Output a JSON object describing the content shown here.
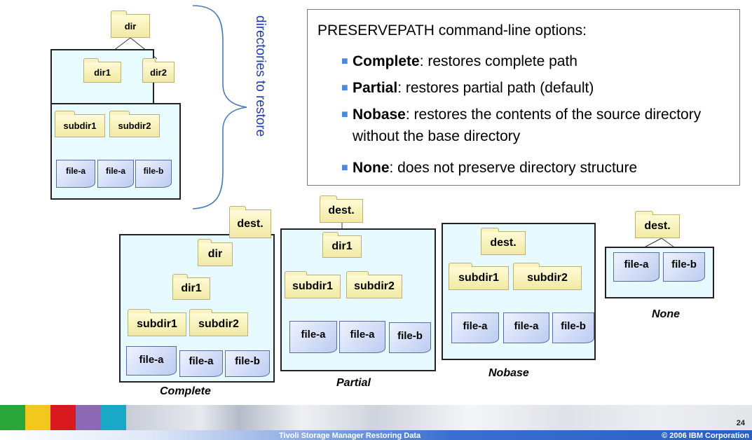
{
  "options_box": {
    "heading": "PRESERVEPATH command-line options:",
    "items": [
      {
        "term": "Complete",
        "desc": ": restores complete path"
      },
      {
        "term": "Partial",
        "desc": ": restores partial path (default)"
      },
      {
        "term": "Nobase",
        "desc": ": restores the contents of the source directory without the base directory"
      },
      {
        "term": "None",
        "desc": ": does not preserve directory structure"
      }
    ]
  },
  "side_label": "directories to restore",
  "source_tree": {
    "dir": "dir",
    "dir1": "dir1",
    "dir2": "dir2",
    "subdir1": "subdir1",
    "subdir2": "subdir2",
    "file1": "file-a",
    "file2": "file-a",
    "file3": "file-b"
  },
  "complete": {
    "dest": "dest.",
    "dir": "dir",
    "dir1": "dir1",
    "subdir1": "subdir1",
    "subdir2": "subdir2",
    "file1": "file-a",
    "file2": "file-a",
    "file3": "file-b",
    "caption": "Complete"
  },
  "partial": {
    "dest": "dest.",
    "dir1": "dir1",
    "subdir1": "subdir1",
    "subdir2": "subdir2",
    "file1": "file-a",
    "file2": "file-a",
    "file3": "file-b",
    "caption": "Partial"
  },
  "nobase": {
    "dest": "dest.",
    "subdir1": "subdir1",
    "subdir2": "subdir2",
    "file1": "file-a",
    "file2": "file-a",
    "file3": "file-b",
    "caption": "Nobase"
  },
  "none": {
    "dest": "dest.",
    "file1": "file-a",
    "file2": "file-b",
    "caption": "None"
  },
  "footer": {
    "page_number": "24",
    "title": "Tivoli Storage Manager Restoring Data",
    "copyright": "© 2006 IBM Corporation"
  },
  "colors": {
    "bar_green": "#2aa63a",
    "bar_yellow": "#f2c81e",
    "bar_red": "#d8191e",
    "bar_purple": "#8d69b3",
    "bar_cyan": "#19a9c7",
    "footer_blue": "#3a6fd0",
    "bullet": "#4a8ad8"
  }
}
